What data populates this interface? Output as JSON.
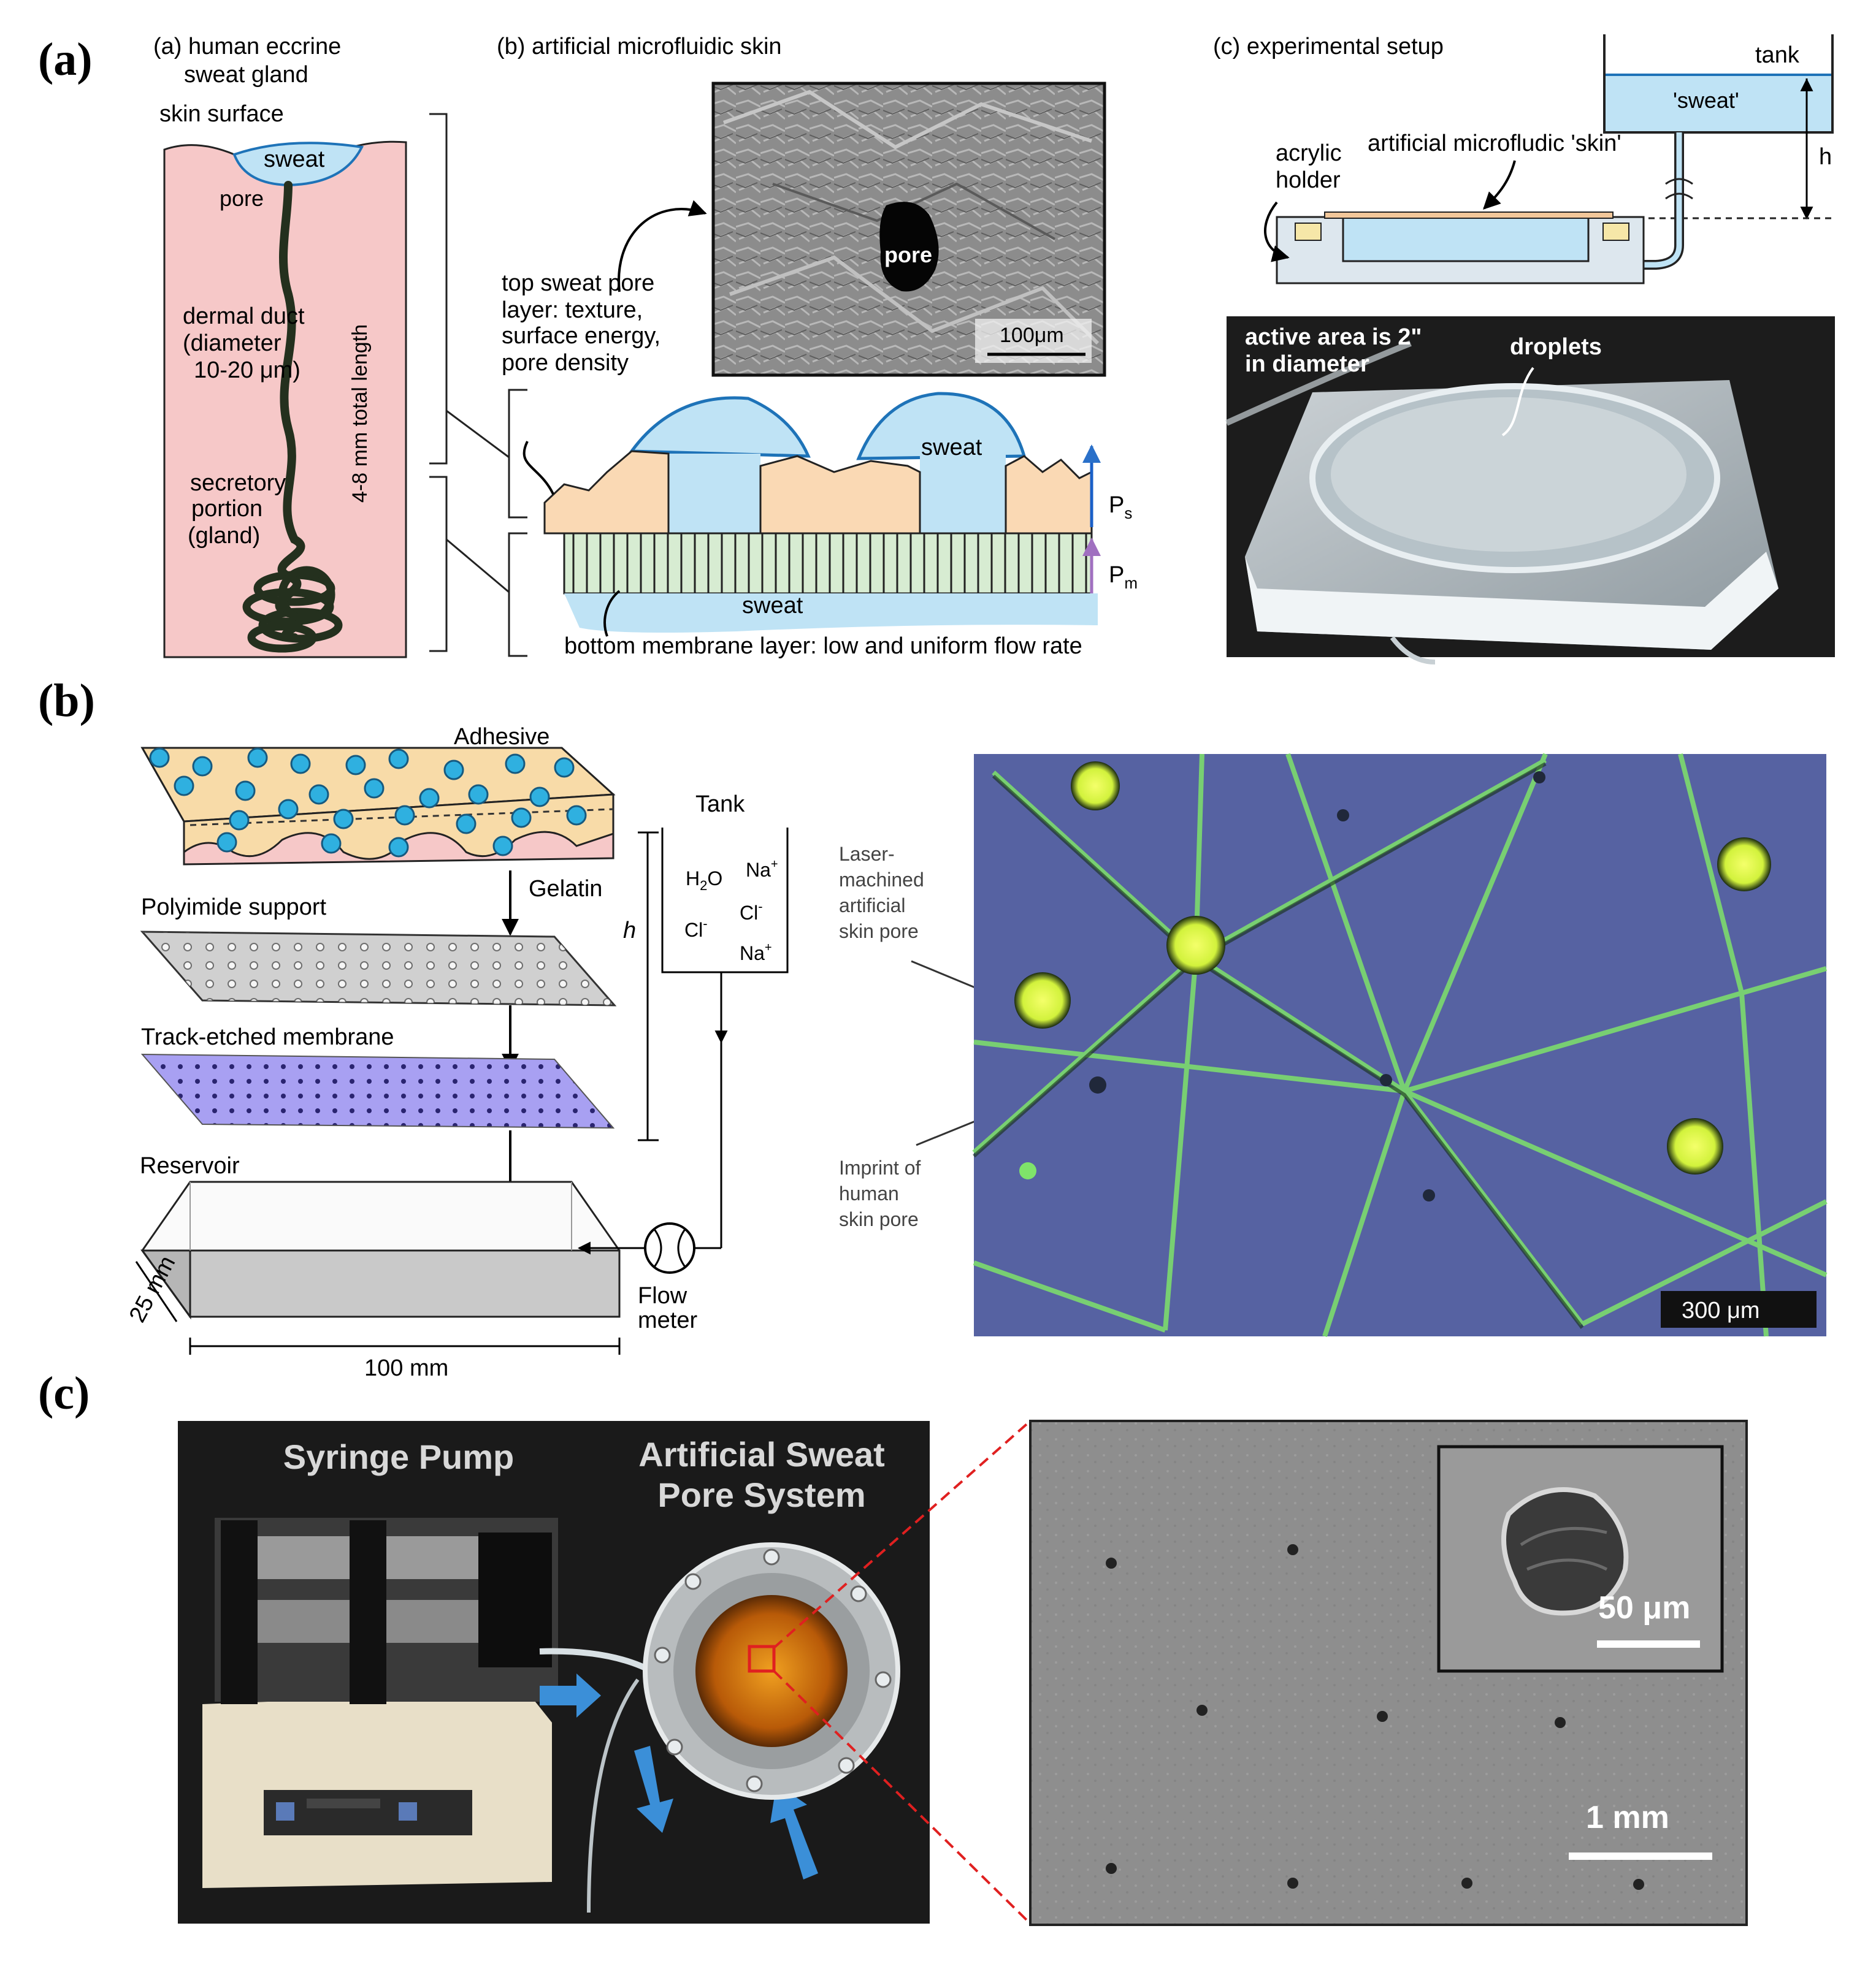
{
  "panel_labels": {
    "a": "(a)",
    "b": "(b)",
    "c": "(c)"
  },
  "a": {
    "gland": {
      "title_line1": "(a) human eccrine",
      "title_line2": "sweat gland",
      "skin_surface": "skin surface",
      "sweat": "sweat",
      "pore": "pore",
      "duct_line1": "dermal duct",
      "duct_line2": "(diameter",
      "duct_line3": "10-20 μm)",
      "secretory_line1": "secretory",
      "secretory_line2": "portion",
      "secretory_line3": "(gland)",
      "length": "4-8 mm total length"
    },
    "skin": {
      "title": "(b) artificial microfluidic skin",
      "sem_pore": "pore",
      "scale": "100μm",
      "top_line1": "top sweat pore",
      "top_line2": "layer: texture,",
      "top_line3": "surface energy,",
      "top_line4": "pore density",
      "sweat_top": "sweat",
      "sweat_bottom": "sweat",
      "ps": "P",
      "ps_sub": "s",
      "pm": "P",
      "pm_sub": "m",
      "bottom_label": "bottom membrane layer: low and uniform flow rate"
    },
    "setup": {
      "title": "(c) experimental setup",
      "tank": "tank",
      "sweat": "'sweat'",
      "h": "h",
      "acrylic_line1": "acrylic",
      "acrylic_line2": "holder",
      "skin_label": "artificial microfludic 'skin'",
      "photo_line1": "active area is 2\"",
      "photo_line2": "in diameter",
      "droplets": "droplets"
    }
  },
  "b": {
    "adhesive": "Adhesive",
    "gelatin": "Gelatin",
    "polyimide": "Polyimide support",
    "membrane": "Track-etched membrane",
    "reservoir": "Reservoir",
    "dim_width": "25 mm",
    "dim_length": "100 mm",
    "h": "h",
    "tank": "Tank",
    "h2o": "H",
    "h2o_sub": "2",
    "h2o_end": "O",
    "na1": "Na",
    "cl1": "Cl",
    "cl2": "Cl",
    "na2": "Na",
    "plus": "+",
    "minus": "-",
    "flow_line1": "Flow",
    "flow_line2": "meter",
    "laser_line1": "Laser-",
    "laser_line2": "machined",
    "laser_line3": "artificial",
    "laser_line4": "skin pore",
    "imprint_line1": "Imprint of",
    "imprint_line2": "human",
    "imprint_line3": "skin pore",
    "scale": "300 μm"
  },
  "c": {
    "syringe": "Syringe Pump",
    "system_line1": "Artificial Sweat",
    "system_line2": "Pore System",
    "inset_scale": "50 μm",
    "scale": "1 mm"
  },
  "colors": {
    "skin_pink": "#f6c8c8",
    "sweat_blue": "#bfe3f5",
    "peach": "#fad9b4",
    "membrane_green": "#d7ecd2",
    "micro_blue": "#4a63a0",
    "micro_green": "#7fe36a"
  }
}
